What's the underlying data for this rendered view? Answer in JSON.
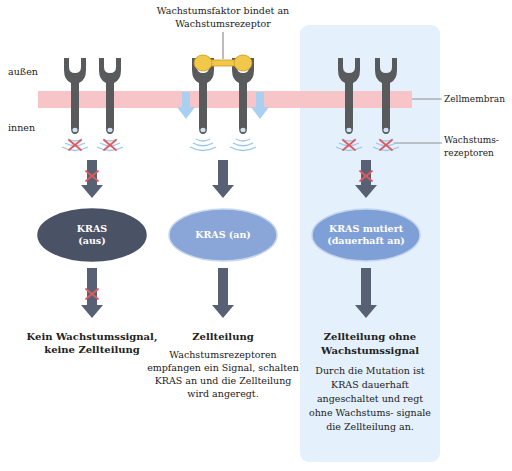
{
  "diagram": {
    "nodes": [
      {
        "text": [
          "KRAS (aus)"
        ]
      },
      {
        "text": [
          "KRAS (an)"
        ]
      },
      {
        "text": [
          "Zellteilung ohne Wachstumssignal",
          "Durch die Mutation ist KRAS dauerhaft angeschaltet und regt ohne Wachstums- signale die Zellteilung an."
        ]
      },
      {
        "text": [
          "KRAS mutiert (dauerhaft an)"
        ],
        "in": 2
      }
    ],
    "labels": [
      "Wachstumsfaktor bindet an Wachstumsrezeptor",
      "außen",
      "innen",
      "Zellmembran",
      "Wachstums- rezeptoren",
      "Kein Wachstumssignal, keine Zellteilung",
      "Zellteilung",
      "Wachstumsrezeptoren empfangen ein Signal, schalten KRAS an und die Zellteilung wird angeregt."
    ]
  }
}
